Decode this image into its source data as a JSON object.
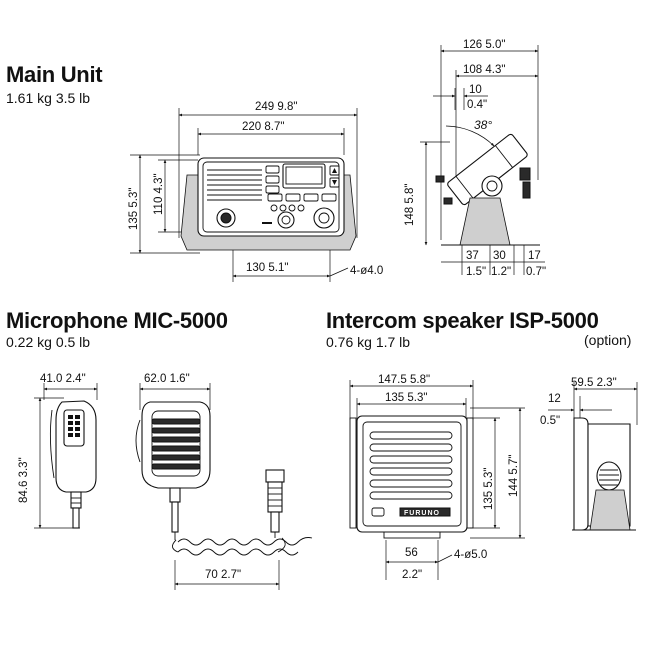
{
  "main_unit": {
    "title": "Main Unit",
    "weight": "1.61 kg   3.5 lb",
    "dims": {
      "w249": "249  9.8\"",
      "w220": "220  8.7\"",
      "h135": "135  5.3\"",
      "h110": "110  4.3\"",
      "w130": "130  5.1\"",
      "holes": "4-ø4.0",
      "d126": "126  5.0\"",
      "d108": "108  4.3\"",
      "d10": "10",
      "d10in": "0.4\"",
      "angle": "38°",
      "h148": "148  5.8\"",
      "d37": "37",
      "d30": "30",
      "d17": "17",
      "d37in": "1.5\"",
      "d30in": "1.2\"",
      "d17in": "0.7\""
    }
  },
  "microphone": {
    "title": "Microphone MIC-5000",
    "weight": "0.22 kg   0.5 lb",
    "dims": {
      "w41": "41.0  2.4\"",
      "h84": "84.6  3.3\"",
      "w62": "62.0  1.6\"",
      "cord": "70  2.7\""
    }
  },
  "speaker": {
    "title": "Intercom speaker  ISP-5000",
    "weight": "0.76 kg   1.7 lb",
    "option": "(option)",
    "logo": "FURUNO",
    "dims": {
      "w147": "147.5  5.8\"",
      "w135": "135  5.3\"",
      "h135": "135  5.3\"",
      "h144": "144  5.7\"",
      "w56": "56",
      "w56in": "2.2\"",
      "holes": "4-ø5.0",
      "d59": "59.5  2.3\"",
      "d12": "12",
      "d12in": "0.5\""
    }
  }
}
